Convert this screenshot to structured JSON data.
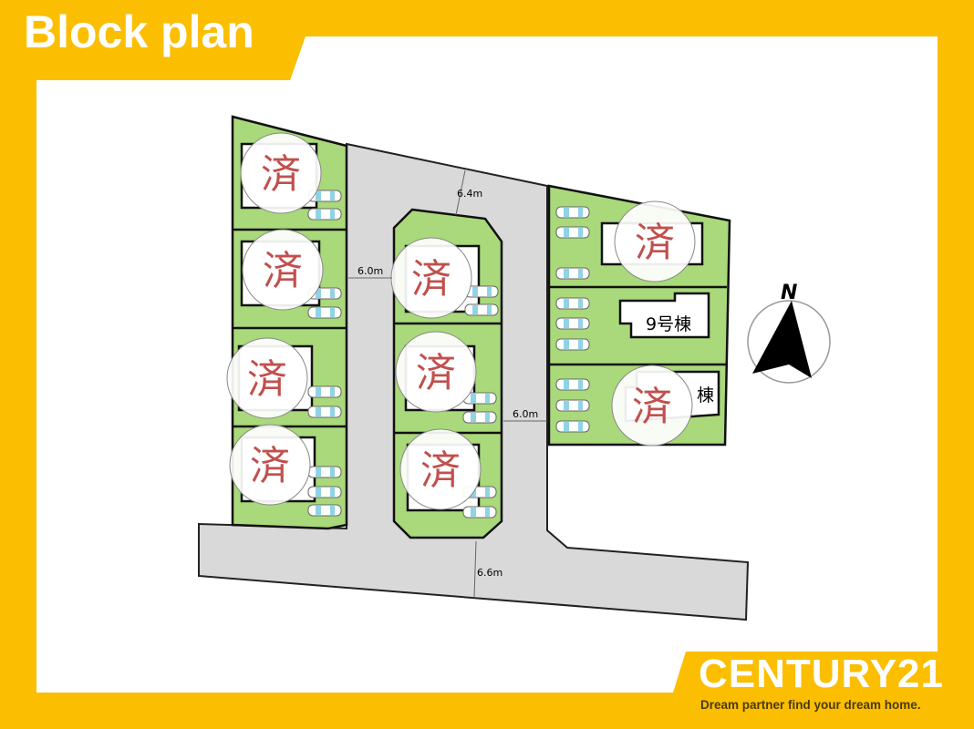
{
  "header": {
    "title": "Block plan"
  },
  "brand": {
    "name": "CENTURY21",
    "tagline": "Dream partner find your dream home."
  },
  "plan": {
    "sold_mark": "済",
    "lot_labels": {
      "lot9": "9号棟",
      "lot10_partial": "棟"
    },
    "dimensions": {
      "top_road": "6.4m",
      "left_road": "6.0m",
      "right_road": "6.0m",
      "bottom_road": "6.6m"
    },
    "compass": "N"
  },
  "colors": {
    "background": "#FBBE00",
    "lot": "#A9D97A",
    "road": "#D9D9D9",
    "sold": "#C0504D"
  }
}
